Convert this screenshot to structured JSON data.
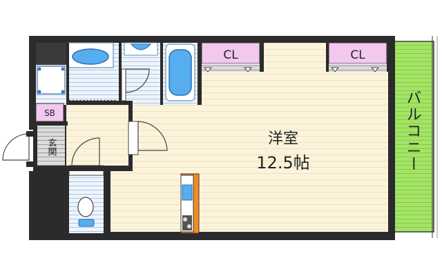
{
  "rooms": {
    "main_room": {
      "name": "洋室",
      "size": "12.5帖"
    },
    "closet_left": "CL",
    "closet_right": "CL",
    "shoe_box": "SB",
    "entrance": "玄関",
    "balcony": "バルコニー"
  },
  "colors": {
    "floor_wood": "#fbf3dc",
    "wood_line": "#f3e4bd",
    "wet_tile": "#e3edf7",
    "wet_line": "#a9c6e6",
    "closet": "#f3c8ee",
    "balcony": "#9de25d",
    "wall": "#2b2b2b",
    "kitchen_accent": "#f08c22",
    "fixture_blue": "#56aef0"
  }
}
